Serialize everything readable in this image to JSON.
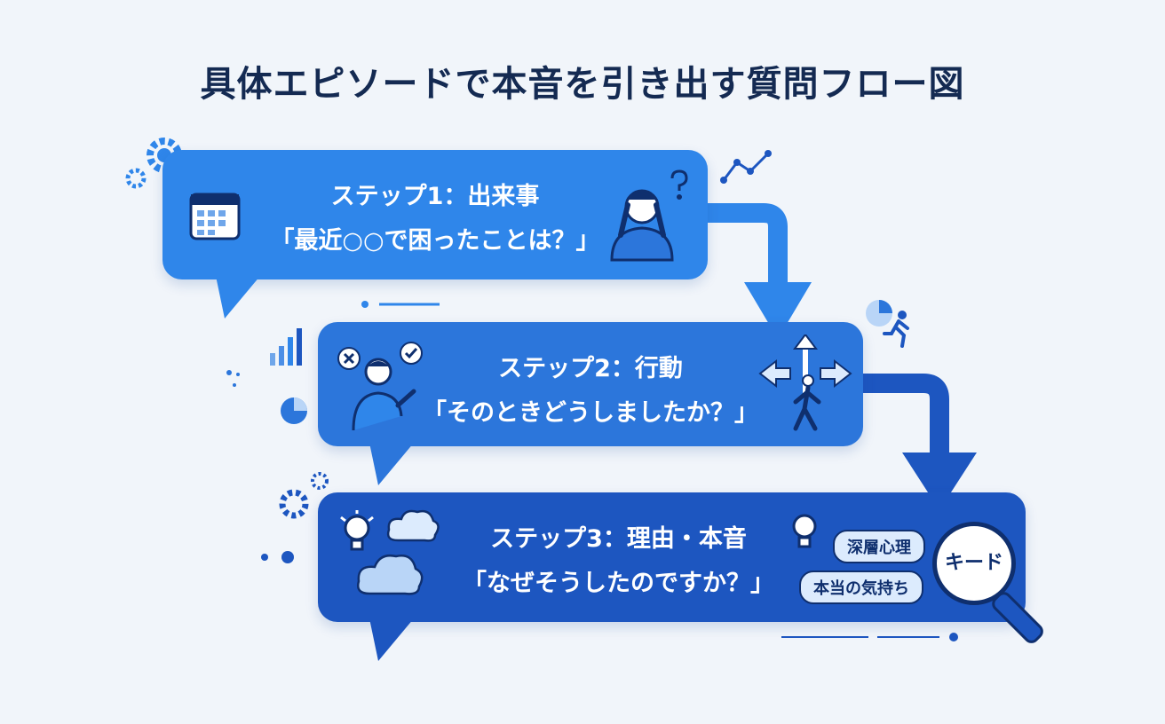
{
  "title": "具体エピソードで本音を引き出す質問フロー図",
  "steps": [
    {
      "label": "ステップ1：出来事",
      "question": "「最近○○で困ったことは？」"
    },
    {
      "label": "ステップ2：行動",
      "question": "「そのときどうしましたか？」"
    },
    {
      "label": "ステップ3：理由・本音",
      "question": "「なぜそうしたのですか？」"
    }
  ],
  "tags": [
    "深層心理",
    "本当の気持ち"
  ],
  "lens_label": "キード",
  "colors": {
    "background": "#f1f5fa",
    "title": "#142a52",
    "step1": "#2f86ea",
    "step2": "#2c76db",
    "step3": "#1d56c0",
    "dark": "#0f2f6e",
    "tag_fill": "#dcebfd"
  },
  "icons": [
    "gear-icon",
    "calendar-icon",
    "confused-person-icon",
    "question-mark-icon",
    "line-graph-icon",
    "bar-chart-icon",
    "pie-chart-icon",
    "running-person-icon",
    "explaining-person-icon",
    "cross-bubble-icon",
    "check-bubble-icon",
    "direction-arrows-icon",
    "walking-person-icon",
    "lightbulb-icon",
    "thought-cloud-icon",
    "magnifying-glass-icon"
  ]
}
